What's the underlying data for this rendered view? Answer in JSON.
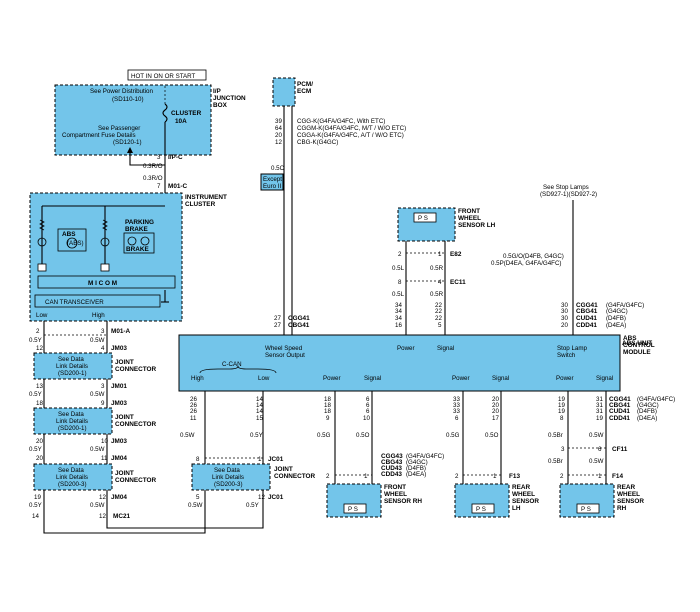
{
  "left": {
    "hot_label": "HOT IN ON OR START",
    "ip_box": {
      "power_dist": "See Power Distribution",
      "power_dist_ref": "(SD110-10)",
      "title_1": "I/P",
      "title_2": "JUNCTION",
      "title_3": "BOX",
      "fuse_name": "CLUSTER",
      "fuse_rating": "10A",
      "pass_fuse_1": "See Passenger",
      "pass_fuse_2": "Compartment Fuse Details",
      "pass_fuse_3": "(SD120-1)"
    },
    "ip_c": {
      "pin": "3",
      "connector": "I/P-C"
    },
    "wire_03ro": "0.3R/O",
    "m01_c": {
      "pin": "7",
      "connector": "M01-C"
    },
    "cluster": {
      "title_1": "INSTRUMENT",
      "title_2": "CLUSTER",
      "abs_label": "ABS",
      "abs_symbol": "(ABS)",
      "parking_label": "PARKING",
      "brake_label": "BRAKE",
      "brake_text": "BRAKE",
      "micom": "M I C O M",
      "can": "CAN TRANSCEIVER",
      "low": "Low",
      "high": "High"
    },
    "m01_a": {
      "pin_low": "2",
      "pin_high": "3",
      "connector": "M01-A"
    },
    "wire_05y": "0.5Y",
    "wire_05w": "0.5W",
    "jm03_top": {
      "pin_low": "12",
      "pin_high": "4",
      "connector": "JM03"
    },
    "joint_title_1": "JOINT",
    "joint_title_2": "CONNECTOR",
    "jc1": {
      "line1": "See Data",
      "line2": "Link Details",
      "line3": "(SD200-1)"
    },
    "jm01": {
      "pin_low": "13",
      "pin_high": "3",
      "connector": "JM01"
    },
    "jm03_mid": {
      "pin_low": "18",
      "pin_high": "9",
      "connector": "JM03"
    },
    "jc2": {
      "line1": "See Data",
      "line2": "Link Details",
      "line3": "(SD200-1)"
    },
    "jm03_low": {
      "pin_low": "20",
      "pin_high": "10",
      "connector": "JM03"
    },
    "jm04_top": {
      "pin_low": "20",
      "pin_high": "11",
      "connector": "JM04"
    },
    "jc3": {
      "line1": "See Data",
      "line2": "Link Details",
      "line3": "(SD200-3)"
    },
    "jm04_bot": {
      "pin_low": "19",
      "pin_high": "12",
      "connector": "JM04"
    },
    "mc21": {
      "pin_low": "14",
      "pin_high": "12",
      "connector": "MC21"
    }
  },
  "center": {
    "pcm": {
      "title_1": "PCM/",
      "title_2": "ECM",
      "pins": [
        "39",
        "64",
        "20",
        "12"
      ],
      "descs": [
        "CGG-K(G4FA/G4FC, With ETC)",
        "CGGM-K(G4FA/G4FC, M/T / W/O ETC)",
        "CGGA-K(G4FA/G4FC, A/T / W/O ETC)",
        "CBG-K(G4GC)"
      ],
      "wire": "0.5O",
      "except_1": "Except",
      "except_2": "Euro II"
    },
    "abs_pcm": {
      "pin_1": "27",
      "pin_2": "27",
      "conn_1": "CGG41",
      "conn_2": "CBG41"
    }
  },
  "sensors": {
    "ps": "P  S",
    "wire_05l": "0.5L",
    "wire_05r": "0.5R",
    "front_lh": {
      "title_1": "FRONT",
      "title_2": "WHEEL",
      "title_3": "SENSOR LH",
      "e82_pin_1": "2",
      "e82_pin_2": "1",
      "e82": "E82",
      "ec11_pin_1": "8",
      "ec11_pin_2": "4",
      "ec11": "EC11",
      "abs_pins": [
        "34",
        "34",
        "34",
        "16",
        "22",
        "22",
        "22",
        "5"
      ]
    },
    "front_rh": {
      "title_1": "FRONT",
      "title_2": "WHEEL",
      "title_3": "SENSOR RH"
    },
    "rear_lh": {
      "title_1": "REAR",
      "title_2": "WHEEL",
      "title_3": "SENSOR",
      "title_4": "LH"
    },
    "rear_rh": {
      "title_1": "REAR",
      "title_2": "WHEEL",
      "title_3": "SENSOR",
      "title_4": "RH"
    }
  },
  "stop": {
    "note_1": "See Stop Lamps",
    "note_2": "(SD927-1)(SD927-2)",
    "wire_1": "0.5G/O(D4FB, G4GC)",
    "wire_2": "0.5P(D4EA, G4FA/G4FC)",
    "pins": [
      "30",
      "30",
      "30",
      "20"
    ],
    "conns": [
      "CGG41",
      "CBG41",
      "CUD41",
      "CDD41"
    ],
    "descs": [
      "(G4FA/G4FC)",
      "(G4GC)",
      "(D4FB)",
      "(D4EA)"
    ]
  },
  "abs": {
    "title_1": "ABS",
    "title_2": "CONTROL",
    "title_3": "MODULE",
    "unit": "ABS UNIT",
    "wheel_speed_1": "Wheel Speed",
    "wheel_speed_2": "Sensor Output",
    "power": "Power",
    "signal": "Signal",
    "stop_switch_1": "Stop Lamp",
    "stop_switch_2": "Switch",
    "c_can": "C-CAN",
    "high": "High",
    "low": "Low"
  },
  "bottom": {
    "can_pins_l": [
      "26",
      "26",
      "26",
      "11"
    ],
    "can_pins_r": [
      "14",
      "14",
      "14",
      "15"
    ],
    "frh_p": [
      "18",
      "18",
      "18",
      "9"
    ],
    "frh_s": [
      "6",
      "6",
      "6",
      "10"
    ],
    "rlh_p": [
      "33",
      "33",
      "33",
      "6"
    ],
    "rlh_s": [
      "20",
      "20",
      "20",
      "17"
    ],
    "rrh_p": [
      "19",
      "19",
      "19",
      "8"
    ],
    "rrh_s": [
      "31",
      "31",
      "31",
      "19"
    ],
    "wire_05w": "0.5W",
    "wire_05y": "0.5Y",
    "wire_05g": "0.5G",
    "wire_05o": "0.5O",
    "wire_05br": "0.5Br",
    "cf11_pin_1": "3",
    "cf11_pin_2": "6",
    "cf11": "CF11",
    "frh_conns": [
      "CGG43",
      "CBG43",
      "CUD43",
      "CDD43"
    ],
    "frh_descs": [
      "(G4FA/G4FC)",
      "(G4GC)",
      "(D4FB)",
      "(D4EA)"
    ],
    "sensor_pin_1": "1",
    "sensor_pin_2": "2",
    "f13": "F13",
    "f14": "F14"
  },
  "jc01": {
    "top_pin_1": "8",
    "top_pin_2": "1",
    "bot_pin_1": "5",
    "bot_pin_2": "12",
    "connector": "JC01",
    "line1": "See Data",
    "line2": "Link Details",
    "line3": "(SD200-3)",
    "wire_w": "0.5W",
    "wire_y": "0.5Y"
  }
}
